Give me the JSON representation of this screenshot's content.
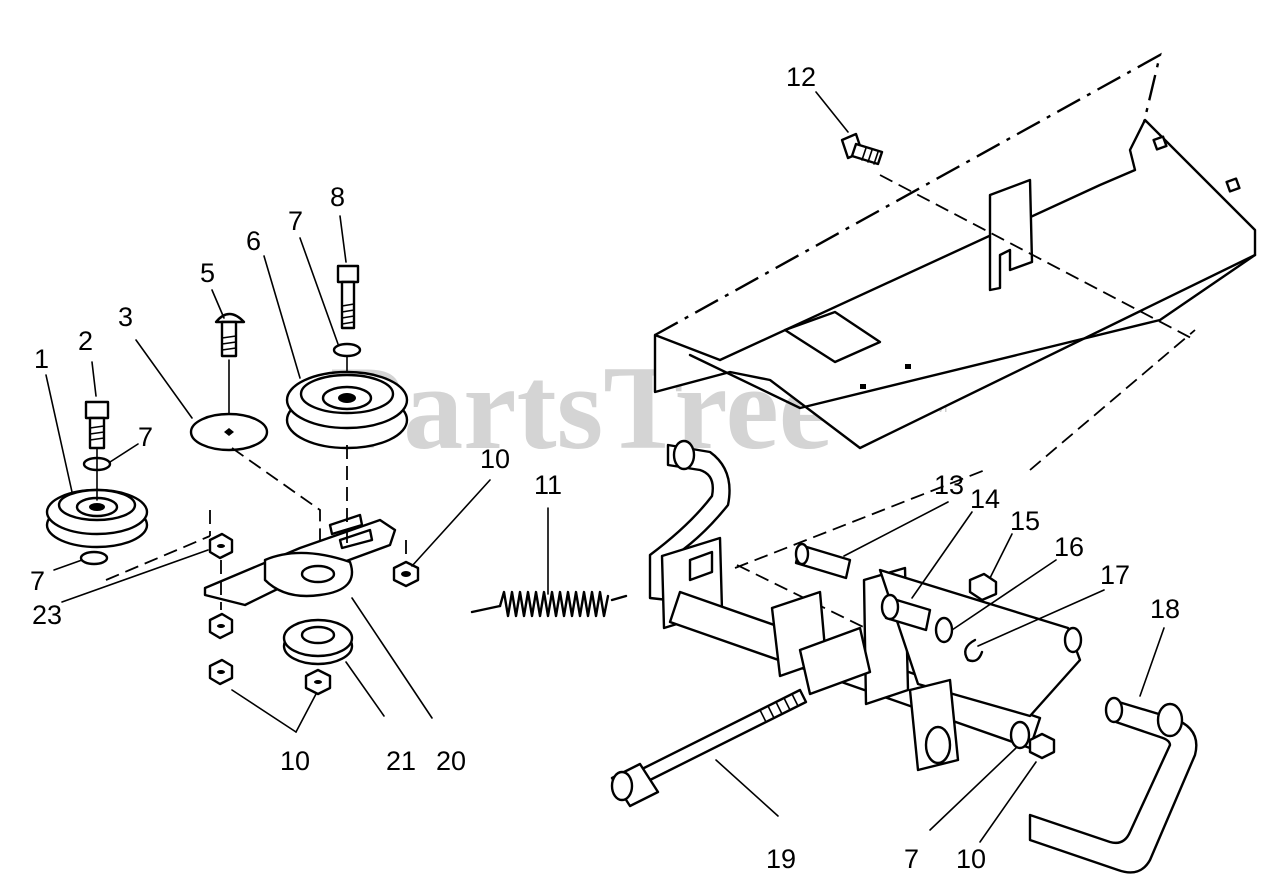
{
  "watermark": {
    "text": "PartsTree",
    "trademark": "TM"
  },
  "callouts": [
    {
      "id": "c1",
      "label": "1"
    },
    {
      "id": "c2",
      "label": "2"
    },
    {
      "id": "c3",
      "label": "3"
    },
    {
      "id": "c5",
      "label": "5"
    },
    {
      "id": "c6",
      "label": "6"
    },
    {
      "id": "c7a",
      "label": "7"
    },
    {
      "id": "c8",
      "label": "8"
    },
    {
      "id": "c7b",
      "label": "7"
    },
    {
      "id": "c7c",
      "label": "7"
    },
    {
      "id": "c23",
      "label": "23"
    },
    {
      "id": "c10a",
      "label": "10"
    },
    {
      "id": "c11",
      "label": "11"
    },
    {
      "id": "c10b",
      "label": "10"
    },
    {
      "id": "c21",
      "label": "21"
    },
    {
      "id": "c20",
      "label": "20"
    },
    {
      "id": "c12",
      "label": "12"
    },
    {
      "id": "c13",
      "label": "13"
    },
    {
      "id": "c14",
      "label": "14"
    },
    {
      "id": "c15",
      "label": "15"
    },
    {
      "id": "c16",
      "label": "16"
    },
    {
      "id": "c17",
      "label": "17"
    },
    {
      "id": "c18",
      "label": "18"
    },
    {
      "id": "c19",
      "label": "19"
    },
    {
      "id": "c7d",
      "label": "7"
    },
    {
      "id": "c10c",
      "label": "10"
    }
  ]
}
